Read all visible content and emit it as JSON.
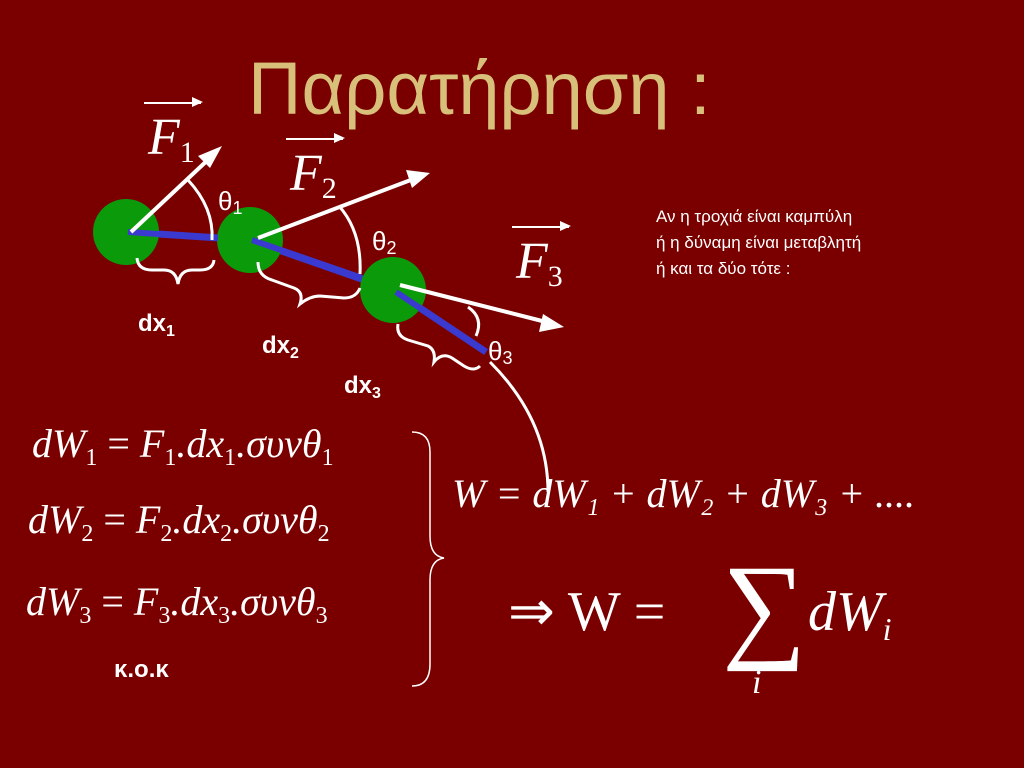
{
  "title": "Παρατήρηση :",
  "note": {
    "line1": "Αν η τροχιά είναι καμπύλη",
    "line2": "ή η δύναμη είναι μεταβλητή",
    "line3": "ή και τα δύο τότε :"
  },
  "diagram": {
    "dx1": "dx",
    "dx1_sub": "1",
    "dx2": "dx",
    "dx2_sub": "2",
    "dx3": "dx",
    "dx3_sub": "3",
    "theta1": "θ",
    "theta1_sub": "1",
    "theta2": "θ",
    "theta2_sub": "2",
    "theta3": "θ",
    "theta3_sub": "3",
    "f1": "F",
    "f1_sub": "1",
    "f2": "F",
    "f2_sub": "2",
    "f3": "F",
    "f3_sub": "3"
  },
  "colors": {
    "background": "#7a0000",
    "title": "#d9c07a",
    "particle": "#0a9a0a",
    "path": "#3a3ad0"
  },
  "equations": {
    "eq1": {
      "lhs": "dW",
      "n": "1",
      "f": "F",
      "dx": ".dx",
      "cos": ".συνθ"
    },
    "eq2": {
      "lhs": "dW",
      "n": "2",
      "f": "F",
      "dx": ".dx",
      "cos": ".συνθ"
    },
    "eq3": {
      "lhs": "dW",
      "n": "3",
      "f": "F",
      "dx": ".dx",
      "cos": ".συνθ"
    },
    "kok": "κ.ο.κ",
    "total": "W = dW₁ + dW₂ + dW₃ + ....",
    "sum_lhs": "⇒ W =",
    "sum_sym": "∑",
    "sum_index": "i",
    "sum_term": "dW",
    "sum_term_sub": "i"
  }
}
